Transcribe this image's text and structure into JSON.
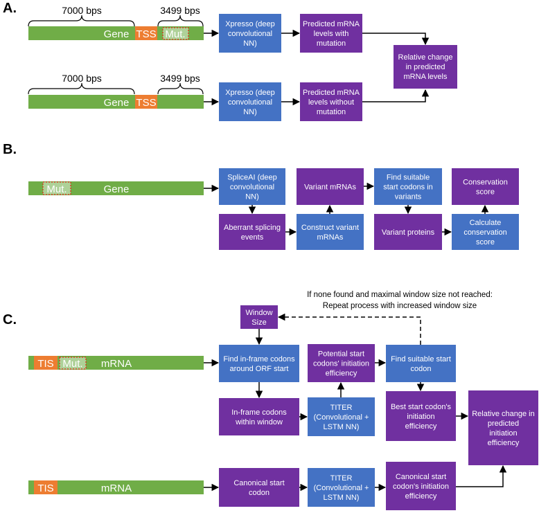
{
  "colors": {
    "green": "#70ad47",
    "orange": "#ed7d31",
    "blue": "#4472c4",
    "purple": "#7030a0",
    "mut_fill": "#e2efda",
    "mut_border": "#ff0000"
  },
  "panels": {
    "a": "A.",
    "b": "B.",
    "c": "C."
  },
  "section_a": {
    "row1": {
      "bps_left": "7000 bps",
      "bps_right": "3499 bps",
      "gene": "Gene",
      "tss": "TSS",
      "mut": "Mut.",
      "xpresso": [
        "Xpresso (deep",
        "convolutional",
        "NN)"
      ],
      "predicted": [
        "Predicted mRNA",
        "levels with",
        "mutation"
      ]
    },
    "row2": {
      "bps_left": "7000 bps",
      "bps_right": "3499 bps",
      "gene": "Gene",
      "tss": "TSS",
      "xpresso": [
        "Xpresso (deep",
        "convolutional",
        "NN)"
      ],
      "predicted": [
        "Predicted mRNA",
        "levels without",
        "mutation"
      ]
    },
    "relative": [
      "Relative change",
      "in predicted",
      "mRNA levels"
    ]
  },
  "section_b": {
    "mut": "Mut.",
    "gene": "Gene",
    "spliceai": [
      "SpliceAI (deep",
      "convolutional",
      "NN)"
    ],
    "aberrant": [
      "Aberrant splicing",
      "events"
    ],
    "construct": [
      "Construct variant",
      "mRNAs"
    ],
    "variant_mrnas": [
      "Variant mRNAs"
    ],
    "find_start": [
      "Find suitable",
      "start codons in",
      "variants"
    ],
    "variant_proteins": [
      "Variant proteins"
    ],
    "conservation": [
      "Conservation",
      "score"
    ],
    "calc_conservation": [
      "Calculate",
      "conservation",
      "score"
    ]
  },
  "section_c": {
    "note": [
      "If none found and maximal window size not reached:",
      "Repeat process with increased window size"
    ],
    "row1": {
      "tis": "TIS",
      "mut": "Mut.",
      "mrna": "mRNA"
    },
    "row2": {
      "tis": "TIS",
      "mrna": "mRNA"
    },
    "window": [
      "Window",
      "Size"
    ],
    "find_inframe": [
      "Find in-frame codons",
      "around ORF start"
    ],
    "inframe_window": [
      "In-frame codons",
      "within window"
    ],
    "potential": [
      "Potential start",
      "codons' initiation",
      "efficiency"
    ],
    "titer1": [
      "TITER",
      "(Convolutional +",
      "LSTM NN)"
    ],
    "find_suitable": [
      "Find suitable start",
      "codon"
    ],
    "best": [
      "Best start codon's",
      "initiation",
      "efficiency"
    ],
    "relative": [
      "Relative change in",
      "predicted",
      "initiation",
      "efficiency"
    ],
    "canonical": [
      "Canonical start",
      "codon"
    ],
    "titer2": [
      "TITER",
      "(Convolutional +",
      "LSTM NN)"
    ],
    "canonical_eff": [
      "Canonical start",
      "codon's initiation",
      "efficiency"
    ]
  }
}
